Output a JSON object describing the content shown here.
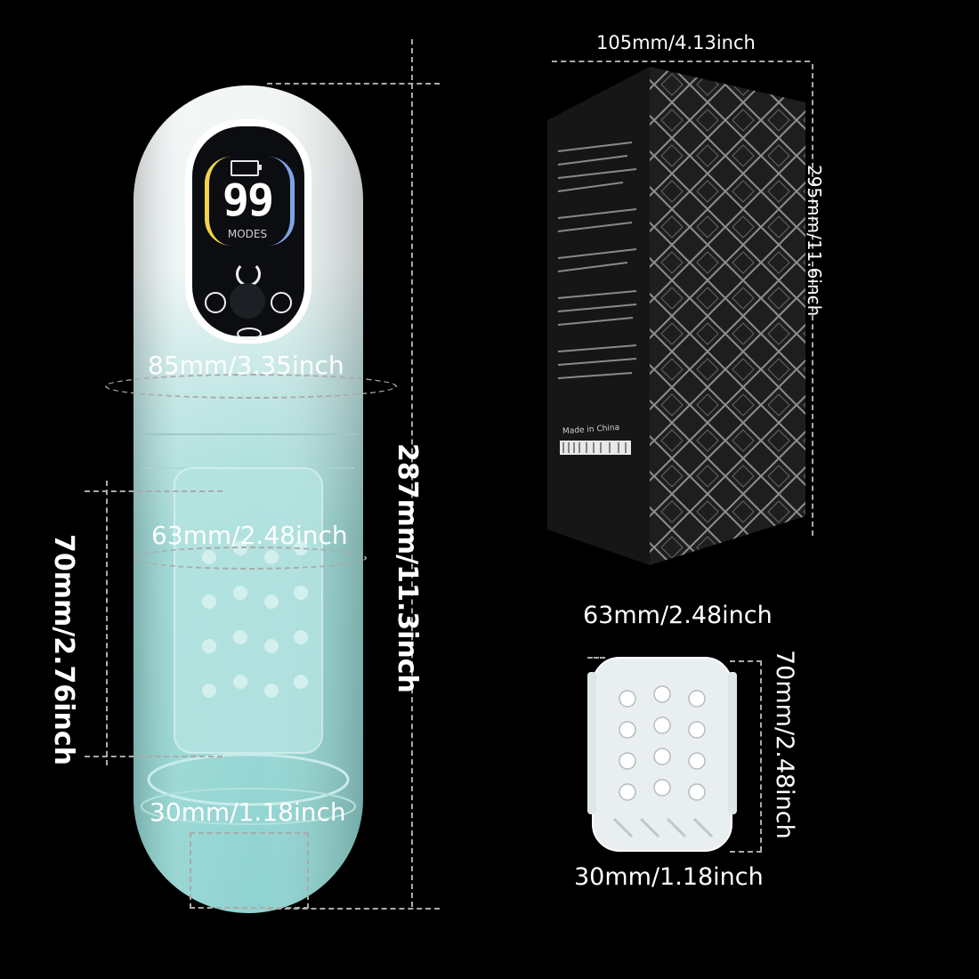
{
  "device": {
    "display_number": "99",
    "display_modes_label": "MODES",
    "colors": {
      "top_white": "#f4f6f6",
      "body_teal": "#8fd3d0",
      "body_deep": "#5fb8b8",
      "screen": "#0b0d10",
      "yellow_accent": "#f2d34a",
      "blue_accent": "#7fa3e6"
    },
    "icons": [
      "battery-icon",
      "power-icon",
      "vibration-icon",
      "rotation-icon",
      "lips-icon"
    ]
  },
  "dimensions": {
    "width_top": "85mm/3.35inch",
    "inner_width": "63mm/2.48inch",
    "opening": "30mm/1.18inch",
    "total_height": "287mm/11.3inch",
    "sleeve_height": "70mm/2.76inch"
  },
  "box": {
    "width": "105mm/4.13inch",
    "height": "295mm/11.6inch",
    "made_in": "Made in China",
    "colors": {
      "box_dark": "#161616",
      "pattern": "#9a9a9a"
    }
  },
  "sleeve": {
    "width": "63mm/2.48inch",
    "height": "70mm/2.48inch",
    "opening": "30mm/1.18inch"
  }
}
